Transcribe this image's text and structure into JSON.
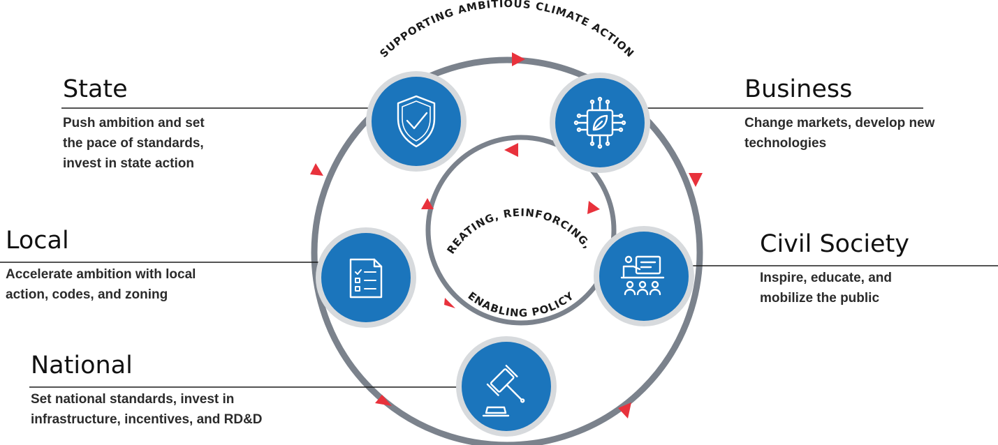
{
  "cycle_labels": {
    "outer": "SUPPORTING AMBITIOUS CLIMATE ACTION",
    "inner_top": "CREATING, REINFORCING, &",
    "inner_bottom": "ENABLING POLICY"
  },
  "colors": {
    "ring": "#7b828c",
    "arrow": "#e8323c",
    "node": "#1b75bc",
    "node_border": "#d7dadd",
    "text": "#1a1a1a"
  },
  "actors": [
    {
      "id": "state",
      "title": "State",
      "description": [
        "Push ambition and set",
        "the pace of standards,",
        "invest in state action"
      ],
      "icon": "shield-check-icon"
    },
    {
      "id": "business",
      "title": "Business",
      "description": [
        "Change markets, develop new",
        "technologies"
      ],
      "icon": "circuit-leaf-icon"
    },
    {
      "id": "local",
      "title": "Local",
      "description": [
        "Accelerate ambition with local",
        "action, codes, and zoning"
      ],
      "icon": "checklist-document-icon"
    },
    {
      "id": "civil_society",
      "title": "Civil Society",
      "description": [
        "Inspire, educate, and",
        "mobilize the public"
      ],
      "icon": "presentation-audience-icon"
    },
    {
      "id": "national",
      "title": "National",
      "description": [
        "Set national standards, invest in",
        "infrastructure, incentives, and RD&D"
      ],
      "icon": "gavel-icon"
    }
  ]
}
